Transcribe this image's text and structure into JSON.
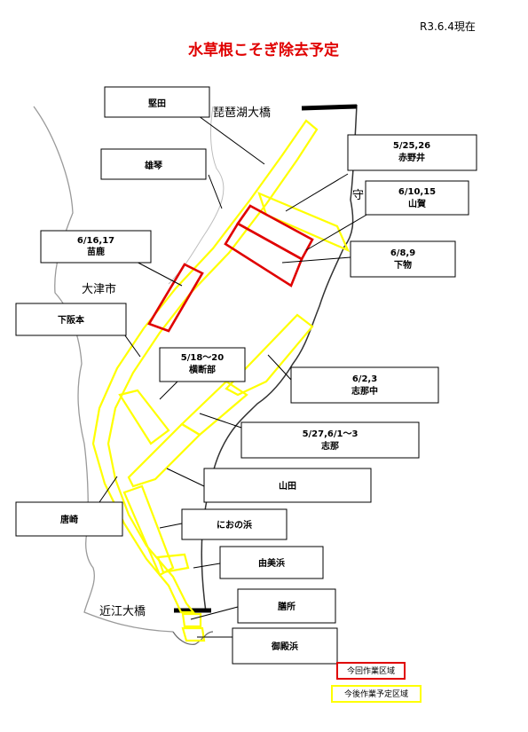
{
  "header": {
    "date": "R3.6.4現在",
    "title": "水草根こそぎ除去予定"
  },
  "places": {
    "bridge_north": "琵琶湖大橋",
    "bridge_south": "近江大橋",
    "city": "大津市",
    "moriyama": "守"
  },
  "callouts": {
    "katata": {
      "l1": "堅田"
    },
    "ogoto": {
      "l1": "雄琴"
    },
    "akanoi": {
      "l1": "5/25,26",
      "l2": "赤野井"
    },
    "yamaga": {
      "l1": "6/10,15",
      "l2": "山賀"
    },
    "nonoura": {
      "l1": "6/16,17",
      "l2": "苗鹿"
    },
    "shimomono": {
      "l1": "6/8,9",
      "l2": "下物"
    },
    "shimosakamoto": {
      "l1": "下阪本"
    },
    "oudanbu": {
      "l1": "5/18～20",
      "l2": "横断部"
    },
    "shinanaka": {
      "l1": "6/2,3",
      "l2": "志那中"
    },
    "shina": {
      "l1": "5/27,6/1～3",
      "l2": "志那"
    },
    "yamada": {
      "l1": "山田"
    },
    "karasaki": {
      "l1": "唐崎"
    },
    "nionohama": {
      "l1": "におの浜"
    },
    "yuigahama": {
      "l1": "由美浜"
    },
    "zeze": {
      "l1": "膳所"
    },
    "gotenhama": {
      "l1": "御殿浜"
    }
  },
  "legend": {
    "current": "今回作業区域",
    "planned": "今後作業予定区域"
  },
  "colors": {
    "current": "#e00000",
    "planned": "#ffff00",
    "title": "#e00000"
  }
}
